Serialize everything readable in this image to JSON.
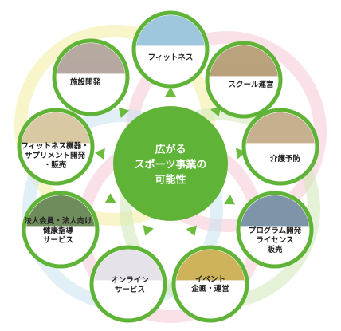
{
  "colors": {
    "green": "#5fb336",
    "arrow": "#6cbb3c",
    "ring_yellow": "#f2ec9e",
    "ring_pink": "#f6c9d4",
    "ring_blue": "#c9e3f0",
    "ring_green": "#cfe8b7"
  },
  "center": {
    "lines": [
      "広がる",
      "スポーツ事業の",
      "可能性"
    ]
  },
  "nodes": [
    {
      "id": "fitness",
      "lines": [
        "フィットネス"
      ],
      "photo": "pool-photo",
      "tone": "#9ec6dc"
    },
    {
      "id": "school",
      "lines": [
        "スクール運営"
      ],
      "photo": "kids-photo",
      "tone": "#b9a27c"
    },
    {
      "id": "care",
      "lines": [
        "介護予防"
      ],
      "photo": "seniors-photo",
      "tone": "#c7b08f"
    },
    {
      "id": "program",
      "lines": [
        "プログラム開発",
        "ライセンス",
        "販売"
      ],
      "photo": "studio-photo",
      "tone": "#7e94a8"
    },
    {
      "id": "event",
      "lines": [
        "イベント",
        "企画・運営"
      ],
      "photo": "rafting-photo",
      "tone": "#cfb35a"
    },
    {
      "id": "online",
      "lines": [
        "オンライン",
        "サービス"
      ],
      "photo": "web-banner-photo",
      "tone": "#e6e2ea"
    },
    {
      "id": "corporate",
      "lines": [
        "法人会員・法人向け",
        "健康指導",
        "サービス"
      ],
      "photo": "instructors-photo",
      "tone": "#6f8c5c"
    },
    {
      "id": "equipment",
      "lines": [
        "フィットネス機器・",
        "サプリメント開発",
        "・販売"
      ],
      "photo": "products-photo",
      "tone": "#d8c9a4"
    },
    {
      "id": "facility",
      "lines": [
        "施設開発"
      ],
      "photo": "building-photo",
      "tone": "#b6a9a0"
    }
  ]
}
